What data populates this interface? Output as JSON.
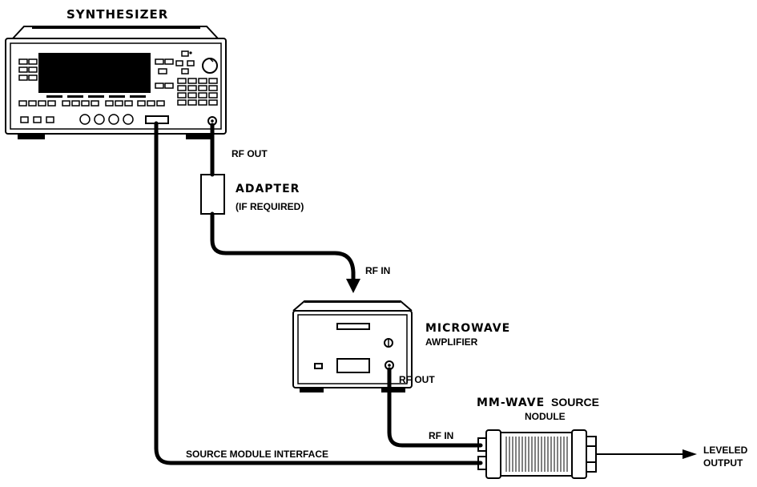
{
  "synthesizer": {
    "title": "SYNTHESIZER"
  },
  "labels": {
    "rf_out_synth": "RF OUT",
    "adapter_title": "ADAPTER",
    "adapter_note": "(IF REQUIRED)",
    "rf_in_amp": "RF IN",
    "amp_title_line1": "MICROWAVE",
    "amp_title_line2": "AWPLIFIER",
    "rf_out_amp": "RF OUT",
    "module_title_bold": "MM-WAVE",
    "module_title_rest": "SOURCE",
    "module_title_line2": "NODULE",
    "rf_in_module": "RF IN",
    "interface_label": "SOURCE MODULE INTERFACE",
    "output_line1": "LEVELED",
    "output_line2": "OUTPUT"
  }
}
